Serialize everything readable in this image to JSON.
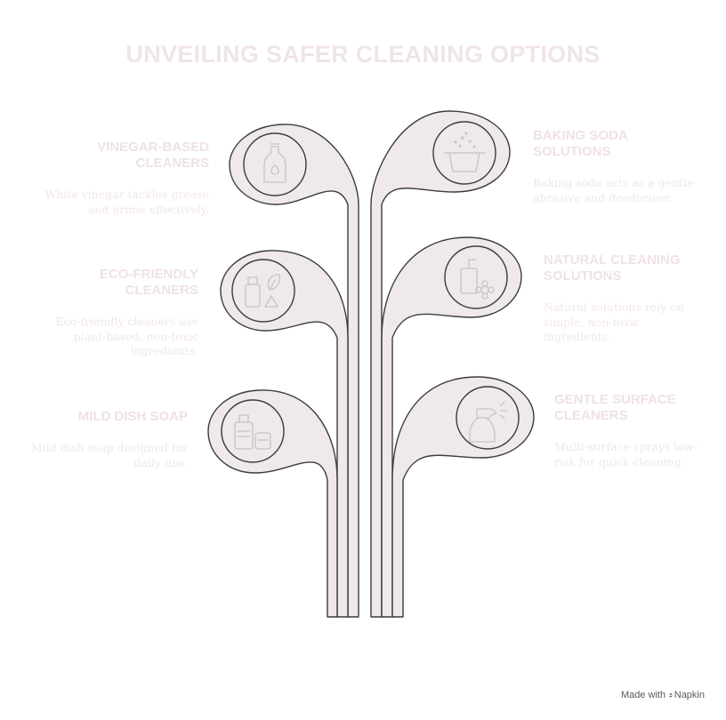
{
  "title": "UNVEILING SAFER CLEANING OPTIONS",
  "items": [
    {
      "title_line1": "VINEGAR-BASED",
      "title_line2": "CLEANERS",
      "description": "White vinegar tackles grease and grime effectively.",
      "icon": "bottle-icon"
    },
    {
      "title_line1": "BAKING SODA",
      "title_line2": "SOLUTIONS",
      "description": "Baking soda acts as a gentle abrasive and deodoriser.",
      "icon": "baking-soda-icon"
    },
    {
      "title_line1": "ECO-FRIENDLY",
      "title_line2": "CLEANERS",
      "description": "Eco-friendly cleaners use plant-based, non-toxic ingredients.",
      "icon": "eco-products-icon"
    },
    {
      "title_line1": "NATURAL CLEANING",
      "title_line2": "SOLUTIONS",
      "description": "Natural solutions rely on simple, non-toxic ingredients.",
      "icon": "soap-flower-icon"
    },
    {
      "title_line1": "MILD DISH SOAP",
      "title_line2": "",
      "description": "Mild dish soap designed for daily use.",
      "icon": "dish-soap-icon"
    },
    {
      "title_line1": "GENTLE SURFACE",
      "title_line2": "CLEANERS",
      "description": "Multi-surface sprays low-risk for quick cleaning.",
      "icon": "spray-bottle-icon"
    }
  ],
  "footer": {
    "made_with": "Made with",
    "brand": "Napkin"
  },
  "colors": {
    "fill": "#efe9ea",
    "stroke": "#3c3c3c",
    "text_faint": "#efe1e4",
    "icon": "#c9c3c4"
  }
}
